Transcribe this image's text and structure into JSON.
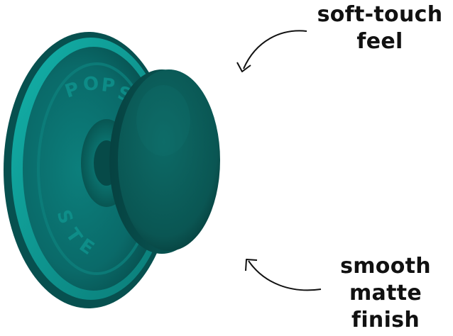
{
  "callouts": {
    "top": {
      "line1": "soft-touch",
      "line2": "feel"
    },
    "bottom": {
      "line1": "smooth",
      "line2": "matte",
      "line3": "finish"
    }
  },
  "colors": {
    "background": "#ffffff",
    "text": "#111111",
    "arrow": "#111111",
    "base_outer": "#0e8a86",
    "base_inner": "#0a6f6e",
    "ring": "#0fa6a0",
    "cap": "#0a5a57",
    "cap_edge": "#0b6e6a"
  },
  "product": {
    "name": "phone-grip",
    "embossed": "POPSOCKETS"
  }
}
